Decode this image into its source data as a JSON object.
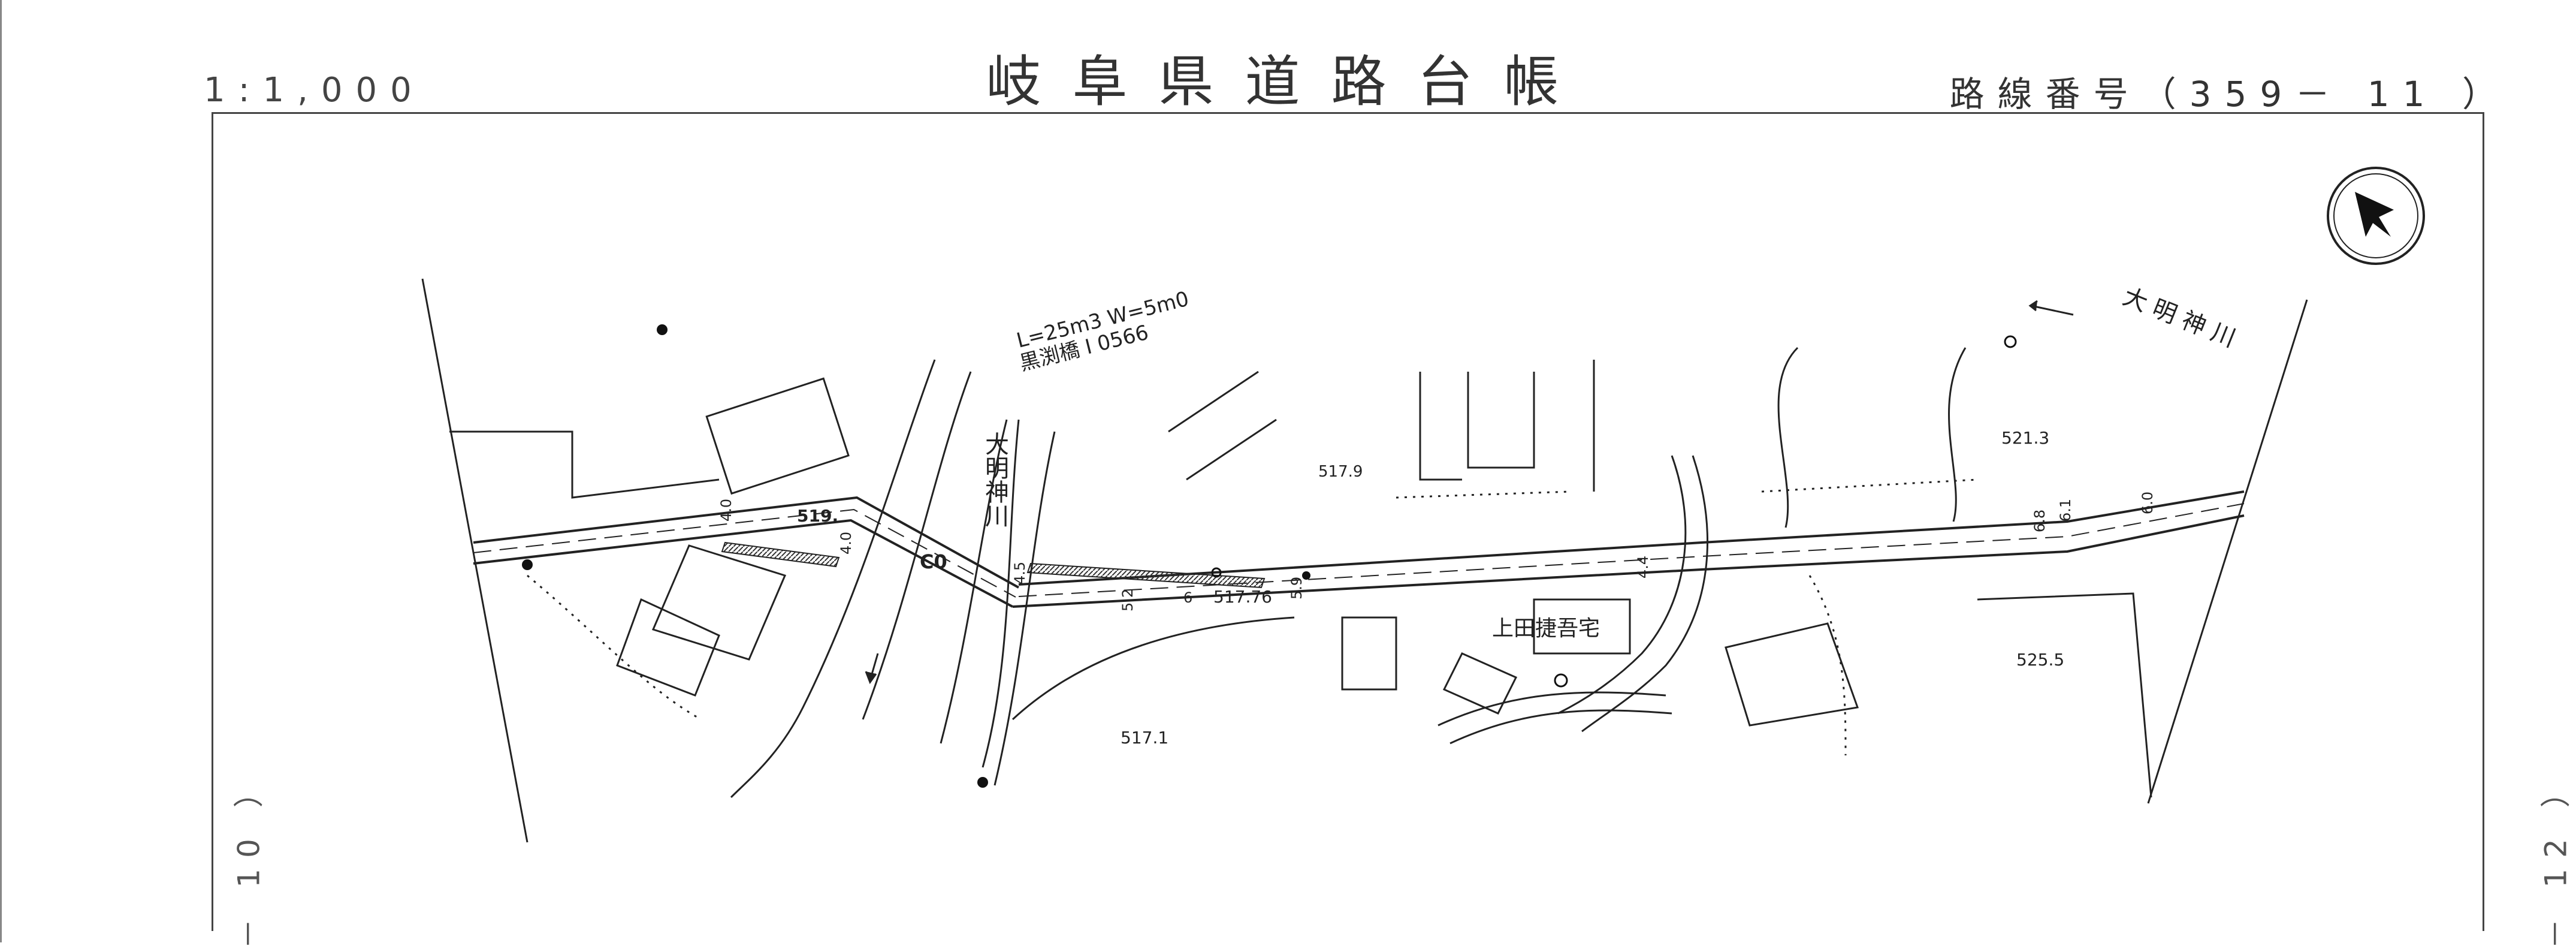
{
  "header": {
    "title": "岐阜県道路台帳",
    "scale": "1:1,000",
    "route_number": "路線番号（359－ 11 ）"
  },
  "side_labels": {
    "left": "－ 10 ）",
    "right": "－ 12 ）"
  },
  "map": {
    "bridge_label_1": "L=25m3  W=5m0",
    "bridge_label_2": "黒渕橋 Ⅰ 0566",
    "river_name": "大明神川",
    "river_name_top": "大 明 神 川",
    "house_name": "上田捷吾宅",
    "elevations": [
      "519.",
      "517.9",
      "517.76",
      "517.1",
      "521.3",
      "525.5"
    ],
    "road_marks": [
      "C0",
      "4.0",
      "4.5",
      "4.0",
      "5.9",
      "5.2",
      "6.1",
      "6.0",
      "6.8",
      "4.4",
      "6"
    ]
  },
  "colors": {
    "line": "#222222",
    "hatch": "#333333"
  }
}
